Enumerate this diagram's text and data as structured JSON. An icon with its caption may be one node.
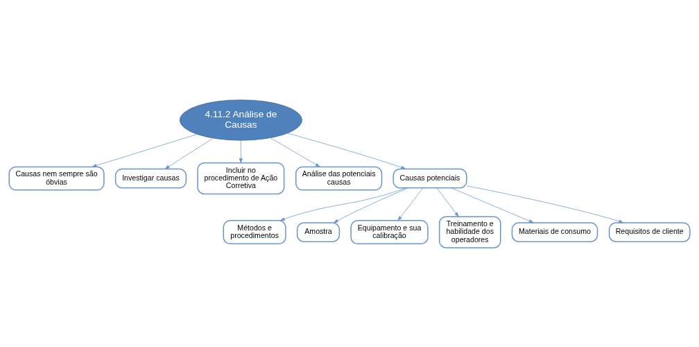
{
  "diagram": {
    "nodes": [
      {
        "text": [
          "4.11.2 Análise de Causas"
        ]
      },
      {
        "text": [
          "Causas nem sempre são óbvias"
        ]
      },
      {
        "text": [
          "Investigar causas"
        ]
      },
      {
        "text": [
          "Incluir no procedimento de Ação Corretiva"
        ]
      },
      {
        "text": [
          "Análise das potenciais causas"
        ]
      },
      {
        "text": [
          "Causas potenciais"
        ]
      },
      {
        "text": [
          "Métodos e procedimentos"
        ]
      },
      {
        "text": [
          "Amostra"
        ]
      },
      {
        "text": [
          "Equipamento e sua calibração"
        ]
      },
      {
        "text": [
          "Treinamento e habilidade dos operadores"
        ]
      },
      {
        "text": [
          "Materiais de consumo"
        ]
      },
      {
        "text": [
          "Requisitos de cliente"
        ]
      }
    ],
    "edges": [
      {
        "from": 0,
        "to": 1,
        "arrow": "to"
      },
      {
        "from": 0,
        "to": 2,
        "arrow": "to"
      },
      {
        "from": 0,
        "to": 3,
        "arrow": "to"
      },
      {
        "from": 0,
        "to": 4,
        "arrow": "to"
      },
      {
        "from": 0,
        "to": 5,
        "arrow": "to"
      },
      {
        "from": 5,
        "to": 6,
        "arrow": "to"
      },
      {
        "from": 5,
        "to": 7,
        "arrow": "to"
      },
      {
        "from": 5,
        "to": 8,
        "arrow": "to"
      },
      {
        "from": 5,
        "to": 9,
        "arrow": "to"
      },
      {
        "from": 5,
        "to": 10,
        "arrow": "to"
      },
      {
        "from": 5,
        "to": 11,
        "arrow": "to"
      }
    ]
  }
}
